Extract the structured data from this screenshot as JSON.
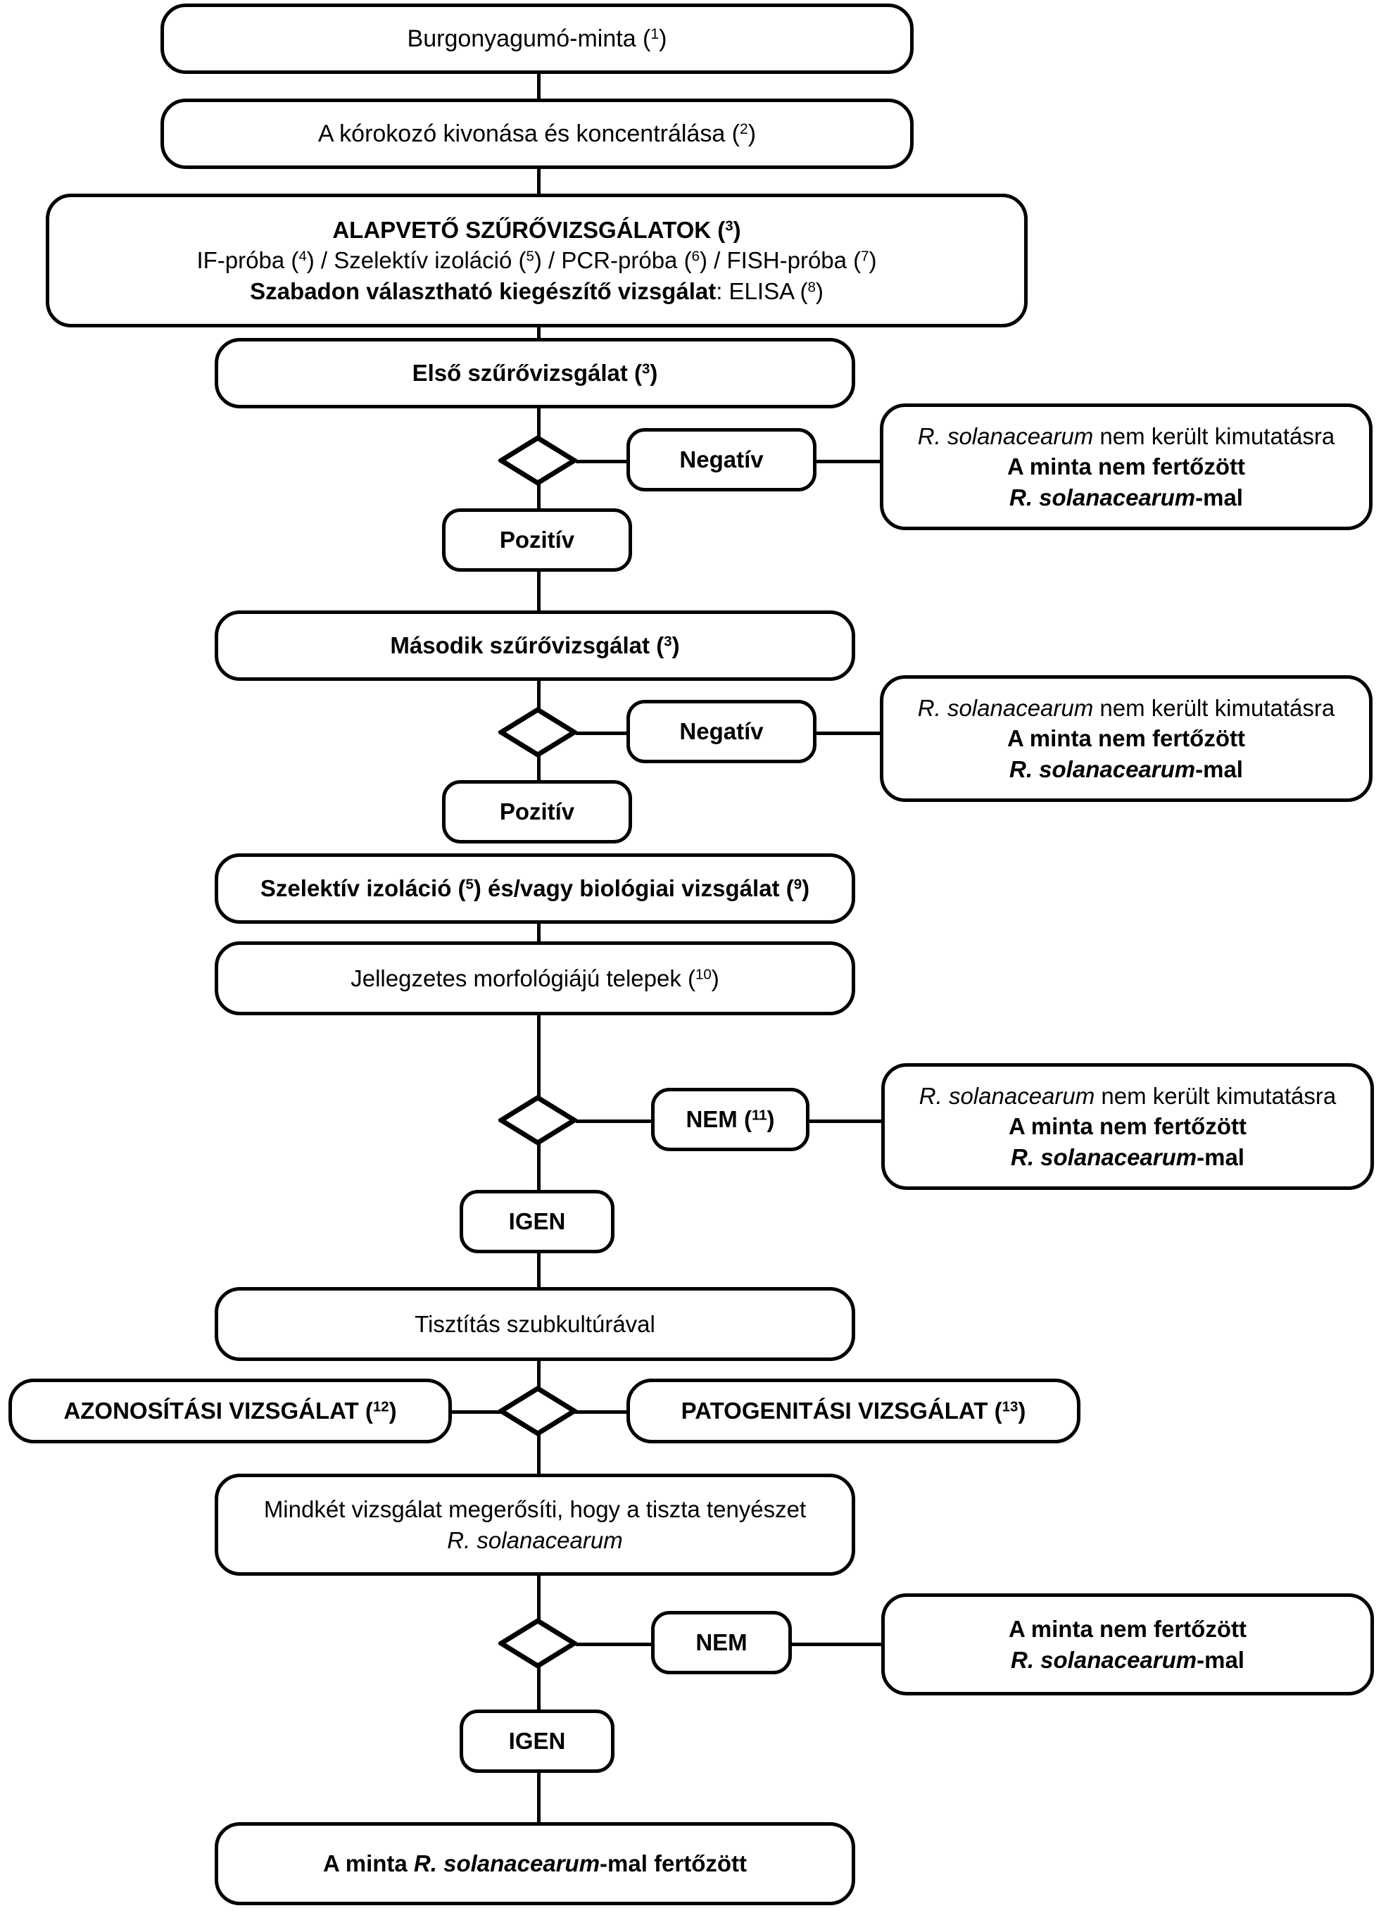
{
  "diagram": {
    "title": "Burgonyagumó-minta vizsgálati folyamatábra",
    "language": "hu",
    "type": "flowchart",
    "colors": {
      "stroke": "#000000",
      "fill": "#ffffff",
      "text": "#000000"
    }
  },
  "nodes": {
    "sample": {
      "label": "Burgonyagumó-minta (",
      "note": "1",
      "close": ")"
    },
    "extraction": {
      "label": "A kórokozó kivonása és koncentrálása (",
      "note": "2",
      "close": ")"
    },
    "basic_tests": {
      "line1_pre": "ALAPVETŐ SZŰRŐVIZSGÁLATOK (",
      "line1_note": "3",
      "line1_post": ")",
      "line2": "IF-próba (|4|) / Szelektív izoláció (|5|) / PCR-próba (|6|) / FISH-próba (|7|)",
      "line2_parts": [
        {
          "text": "IF-próba (",
          "note": "4",
          "after": ") / "
        },
        {
          "text": "Szelektív izoláció (",
          "note": "5",
          "after": ") / "
        },
        {
          "text": "PCR-próba (",
          "note": "6",
          "after": ") / "
        },
        {
          "text": "FISH-próba (",
          "note": "7",
          "after": ")"
        }
      ],
      "line3_bold": "Szabadon választható kiegészítő vizsgálat",
      "line3_rest": ": ELISA (",
      "line3_note": "8",
      "line3_close": ")"
    },
    "first_screen": {
      "label": "Első szűrővizsgálat (",
      "note": "3",
      "close": ")"
    },
    "second_screen": {
      "label": "Második szűrővizsgálat (",
      "note": "3",
      "close": ")"
    },
    "selective_isolation": {
      "pre": "Szelektív izoláció (",
      "note1": "5",
      "mid": ") és/vagy biológiai vizsgálat (",
      "note2": "9",
      "close": ")"
    },
    "colonies": {
      "label": "Jellegzetes morfológiájú telepek (",
      "note": "10",
      "close": ")"
    },
    "purification": {
      "label": "Tisztítás szubkultúrával"
    },
    "identification_test": {
      "label": "AZONOSÍTÁSI VIZSGÁLAT (",
      "note": "12",
      "close": ")"
    },
    "pathogenicity_test": {
      "label": "PATOGENITÁSI VIZSGÁLAT (",
      "note": "13",
      "close": ")"
    },
    "both_confirm": {
      "line1": "Mindkét vizsgálat megerősíti, hogy a tiszta tenyészet",
      "line2": "R. solanacearum"
    },
    "final_infected": {
      "pre": "A minta ",
      "species": "R. solanacearum",
      "post": "-mal fertőzött"
    }
  },
  "branch_labels": {
    "negative_1": "Negatív",
    "positive_1": "Pozitív",
    "negative_2": "Negatív",
    "positive_2": "Pozitív",
    "no_1_pre": "NEM (",
    "no_1_note": "11",
    "no_1_close": ")",
    "yes_1": "IGEN",
    "no_2": "NEM",
    "yes_2": "IGEN"
  },
  "results": {
    "not_detected_1": {
      "line1_species": "R. solanacearum",
      "line1_rest": " nem került kimutatásra",
      "line2": "A minta nem fertőzött",
      "line3_species": "R. solanacearum",
      "line3_rest": "-mal"
    },
    "not_detected_2": {
      "line1_species": "R. solanacearum",
      "line1_rest": " nem került kimutatásra",
      "line2": "A minta nem fertőzött",
      "line3_species": "R. solanacearum",
      "line3_rest": "-mal"
    },
    "not_detected_3": {
      "line1_species": "R. solanacearum",
      "line1_rest": " nem került kimutatásra",
      "line2": "A minta nem fertőzött",
      "line3_species": "R. solanacearum",
      "line3_rest": "-mal"
    },
    "not_infected_final": {
      "line1": "A minta nem fertőzött",
      "line2_species": "R. solanacearum",
      "line2_rest": "-mal"
    }
  }
}
